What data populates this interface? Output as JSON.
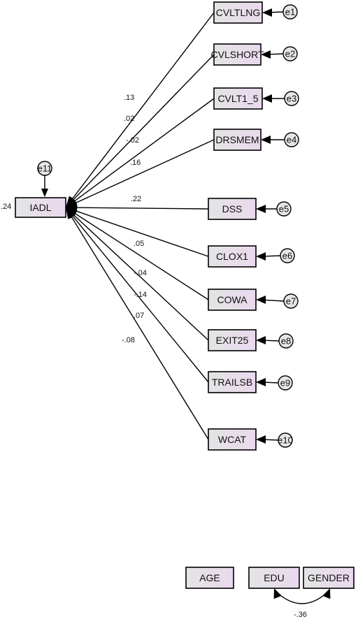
{
  "outcome": {
    "label": "IADL",
    "r2": ".24",
    "error": "e11"
  },
  "predictors": [
    {
      "label": "CVLTLNG",
      "error": "e1",
      "coef": ".13"
    },
    {
      "label": "CVLSHORT",
      "error": "e2",
      "coef": ".02"
    },
    {
      "label": "CVLT1_5",
      "error": "e3",
      "coef": "-.02"
    },
    {
      "label": "DRSMEM",
      "error": "e4",
      "coef": ".16"
    },
    {
      "label": "DSS",
      "error": "e5",
      "coef": ".22"
    },
    {
      "label": "CLOX1",
      "error": "e6",
      "coef": ".05"
    },
    {
      "label": "COWA",
      "error": "e7",
      "coef": "-.04"
    },
    {
      "label": "EXIT25",
      "error": "e8",
      "coef": "-.14"
    },
    {
      "label": "TRAILSB",
      "error": "e9",
      "coef": ".07"
    },
    {
      "label": "WCAT",
      "error": "e10",
      "coef": "-.08"
    }
  ],
  "covariates": [
    {
      "label": "AGE"
    },
    {
      "label": "EDU"
    },
    {
      "label": "GENDER"
    }
  ],
  "covariance": {
    "from": "EDU",
    "to": "GENDER",
    "value": "-.36"
  }
}
